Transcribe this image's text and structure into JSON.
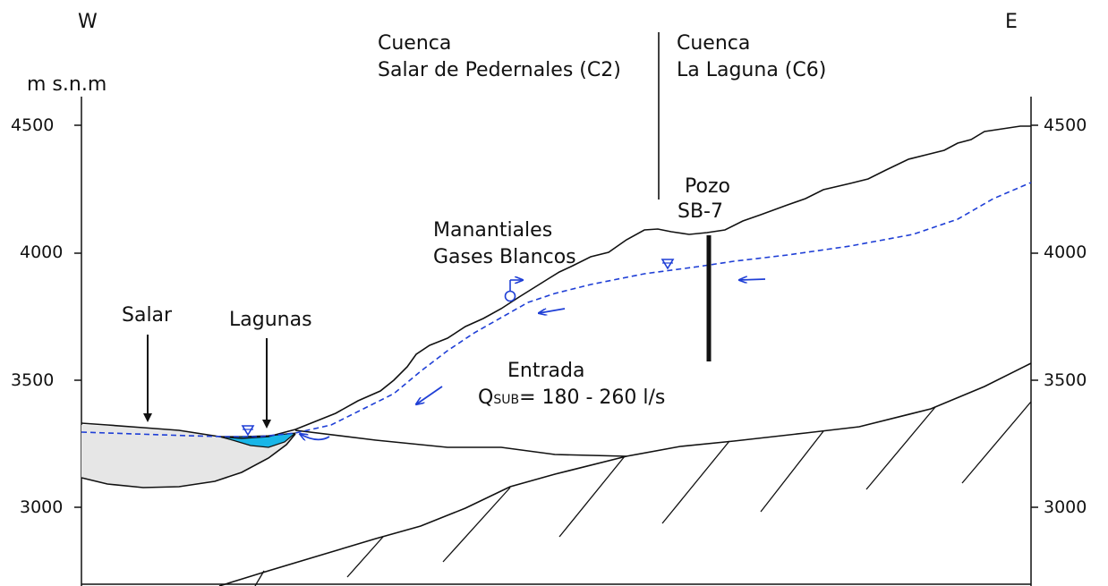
{
  "orientation": {
    "west": "W",
    "east": "E"
  },
  "unit_label": "m s.n.m",
  "axis_ticks": {
    "left": [
      "4500",
      "4000",
      "3500",
      "3000"
    ],
    "right": [
      "4500",
      "4000",
      "3500",
      "3000"
    ]
  },
  "basins": {
    "left": {
      "line1": "Cuenca",
      "line2": "Salar de Pedernales (C2)"
    },
    "right": {
      "line1": "Cuenca",
      "line2": "La Laguna (C6)"
    }
  },
  "well": {
    "line1": "Pozo",
    "line2": "SB-7"
  },
  "springs": {
    "line1": "Manantiales",
    "line2": "Gases Blancos"
  },
  "salar": "Salar",
  "lagunas": "Lagunas",
  "inflow": {
    "title": "Entrada",
    "q_symbol": "Q",
    "q_subscript": "SUB",
    "q_value": "= 180 - 260 l/s"
  },
  "colors": {
    "line": "#111111",
    "water_table": "#1f3fd6",
    "lagoon": "#19b6e8",
    "salar_fill": "#e6e6e6"
  }
}
